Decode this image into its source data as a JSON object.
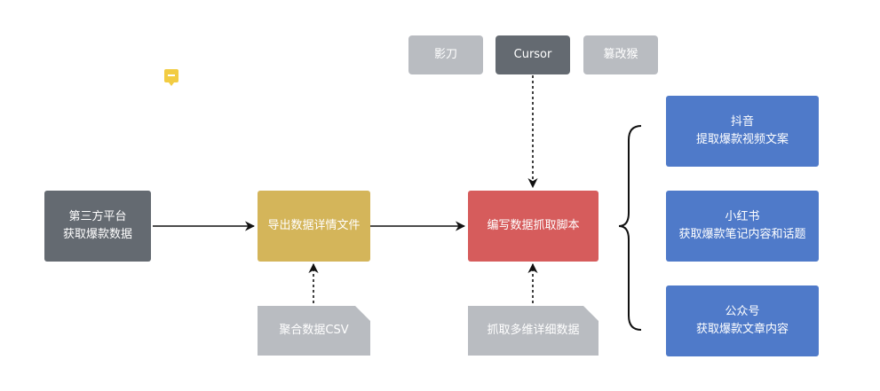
{
  "tools": [
    {
      "label": "影刀"
    },
    {
      "label": "Cursor"
    },
    {
      "label": "篡改猴"
    }
  ],
  "source": {
    "line1": "第三方平台",
    "line2": "获取爆款数据"
  },
  "export": {
    "label": "导出数据详情文件"
  },
  "script": {
    "label": "编写数据抓取脚本"
  },
  "csv_doc": {
    "label": "聚合数据CSV"
  },
  "crawl_doc": {
    "label": "抓取多维详细数据"
  },
  "targets": [
    {
      "title": "抖音",
      "desc": "提取爆款视频文案"
    },
    {
      "title": "小红书",
      "desc": "获取爆款笔记内容和话题"
    },
    {
      "title": "公众号",
      "desc": "获取爆款文章内容"
    }
  ],
  "colors": {
    "tool_inactive": "#b9bcc1",
    "tool_active": "#646a71",
    "source": "#646a71",
    "export": "#d4b55a",
    "script": "#d65c5c",
    "targets": "#4f7ac9",
    "doc": "#b9bcc1",
    "note_icon": "#f2cc43"
  }
}
